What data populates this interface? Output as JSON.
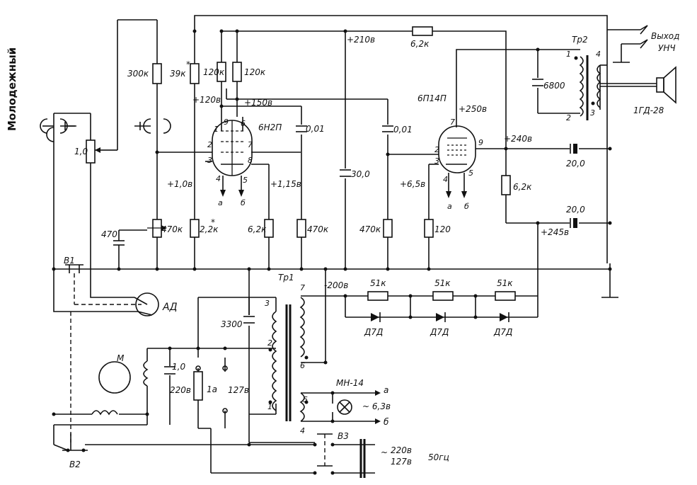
{
  "title": "Молодежный",
  "tubes": {
    "v1": "6Н2П",
    "v2": "6П14П"
  },
  "transformers": {
    "tr1": "Тр1",
    "tr2": "Тр2"
  },
  "output": {
    "line1": "Выход",
    "line2": "УНЧ"
  },
  "speaker": "1ГД-28",
  "pickup": "АД",
  "motor": "М",
  "switches": {
    "b1": "В1",
    "b2": "В2",
    "b3": "В3"
  },
  "lamp": "МН-14",
  "mains": {
    "v220": "220в",
    "v127": "127в",
    "freq": "50гц",
    "tilde": "~"
  },
  "resistors": {
    "r300k": "300к",
    "r39k": "39к",
    "r120k_a": "120к",
    "r120k_b": "120к",
    "r62k_top": "6,2к",
    "pot10": "1,0",
    "pot470": "470к",
    "r22k": "2,2к",
    "r62k_mid": "6,2к",
    "r470k_a": "470к",
    "r470k_b": "470к",
    "r120": "120",
    "r62k_right": "6,2к",
    "r51k_1": "51к",
    "r51k_2": "51к",
    "r51k_3": "51к"
  },
  "capacitors": {
    "c470": "470",
    "c001_a": "0,01",
    "c300": "30,0",
    "c001_b": "0,01",
    "c6800": "6800",
    "c200_a": "20,0",
    "c200_b": "20,0",
    "c3300": "3300",
    "c10": "1,0"
  },
  "fuse": "1а",
  "diodes": {
    "d1": "Д7Д",
    "d2": "Д7Д",
    "d3": "Д7Д"
  },
  "voltages": {
    "v210": "+210в",
    "v120": "+120в",
    "v150": "+150в",
    "v10": "+1,0в",
    "v115": "+1,15в",
    "v250": "+250в",
    "v240": "+240в",
    "v65": "+6,5в",
    "v245": "+245в",
    "v200": "-200в",
    "lamp_v": "~ 6,3в",
    "tap220": "220в",
    "tap127": "127в"
  },
  "pins": {
    "v1_1": "1",
    "v1_2": "2",
    "v1_3": "3",
    "v1_4": "4",
    "v1_5": "5",
    "v1_6": "6",
    "v1_7": "7",
    "v1_8": "8",
    "v1_9": "9",
    "v2_2": "2",
    "v2_3": "3",
    "v2_4": "4",
    "v2_5": "5",
    "v2_7": "7",
    "v2_9": "9",
    "tr1_1": "1",
    "tr1_2": "2",
    "tr1_3": "3",
    "tr1_4": "4",
    "tr1_5": "5",
    "tr1_6": "6",
    "tr1_7": "7",
    "tr2_1": "1",
    "tr2_2": "2",
    "tr2_3": "3",
    "tr2_4": "4"
  },
  "heater_labels": {
    "a1": "а",
    "b1": "б",
    "a2": "а",
    "b2": "б",
    "a3": "а",
    "b3": "б"
  },
  "star": "*"
}
